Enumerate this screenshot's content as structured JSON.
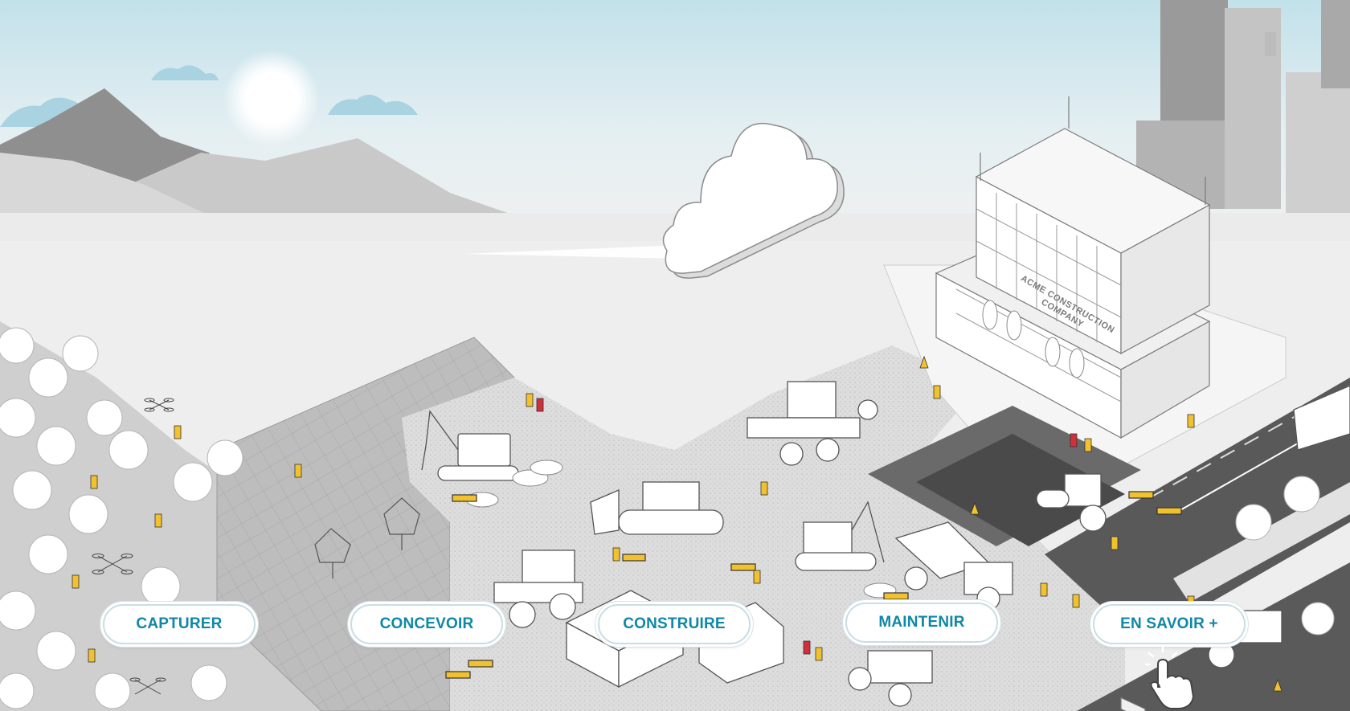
{
  "colors": {
    "accent": "#0f87a6",
    "button_bg": "#ffffff",
    "button_border": "#c9dde3",
    "worker_yellow": "#f2c12e",
    "worker_red": "#d1303a",
    "sky_top": "#c2e1ea",
    "sky_bottom": "#f2f2f2",
    "road": "#4a4a4a"
  },
  "building": {
    "sign_line1": "ACME CONSTRUCTION",
    "sign_line2": "COMPANY"
  },
  "nav": {
    "buttons": [
      {
        "label": "CAPTURER"
      },
      {
        "label": "CONCEVOIR"
      },
      {
        "label": "CONSTRUIRE"
      },
      {
        "label": "MAINTENIR"
      },
      {
        "label": "EN SAVOIR +"
      }
    ]
  },
  "icons": {
    "cursor": "hand-pointer-icon",
    "cloud": "cloud-icon",
    "sun": "sun-icon"
  }
}
